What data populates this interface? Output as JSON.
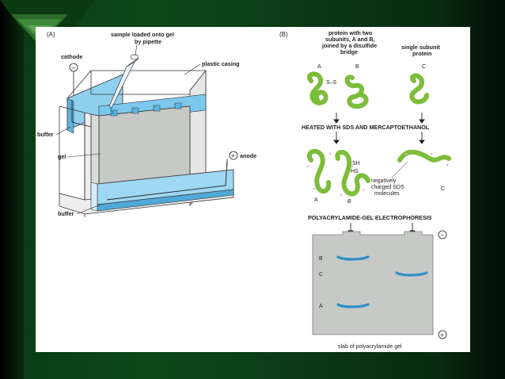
{
  "panel_a": {
    "label": "(A)",
    "sample_line1": "sample loaded onto gel",
    "sample_line2": "by pipette",
    "cathode": "cathode",
    "plastic_casing": "plastic casing",
    "buffer_top": "buffer",
    "gel": "gel",
    "anode": "anode",
    "buffer_bottom": "buffer",
    "minus": "−",
    "plus": "+"
  },
  "panel_b": {
    "label": "(B)",
    "protein_two_1": "protein with two",
    "protein_two_2": "subunits, A and B,",
    "protein_two_3": "joined by a disulfide",
    "protein_two_4": "bridge",
    "single_1": "single subunit",
    "single_2": "protein",
    "sub_a": "A",
    "sub_b": "B",
    "sub_c": "C",
    "ss": "S–S",
    "heated": "HEATED WITH SDS AND MERCAPTOETHANOL",
    "sh": "SH",
    "hs": "HS",
    "neg_1": "negatively",
    "neg_2": "charged SDS",
    "neg_3": "molecules",
    "sub_a2": "A",
    "sub_b2": "B",
    "sub_c2": "C",
    "page_title": "POLYACRYLAMIDE-GEL ELECTROPHORESIS",
    "band_b": "B",
    "band_c": "C",
    "band_a": "A",
    "minus": "−",
    "plus": "+",
    "slab": "slab of polyacrylamide gel"
  },
  "colors": {
    "background": "#0d4a1a",
    "buffer": "#6fc3ea",
    "gel": "#c9ccc9",
    "protein": "#8ac63f",
    "band": "#2f8fc6"
  }
}
